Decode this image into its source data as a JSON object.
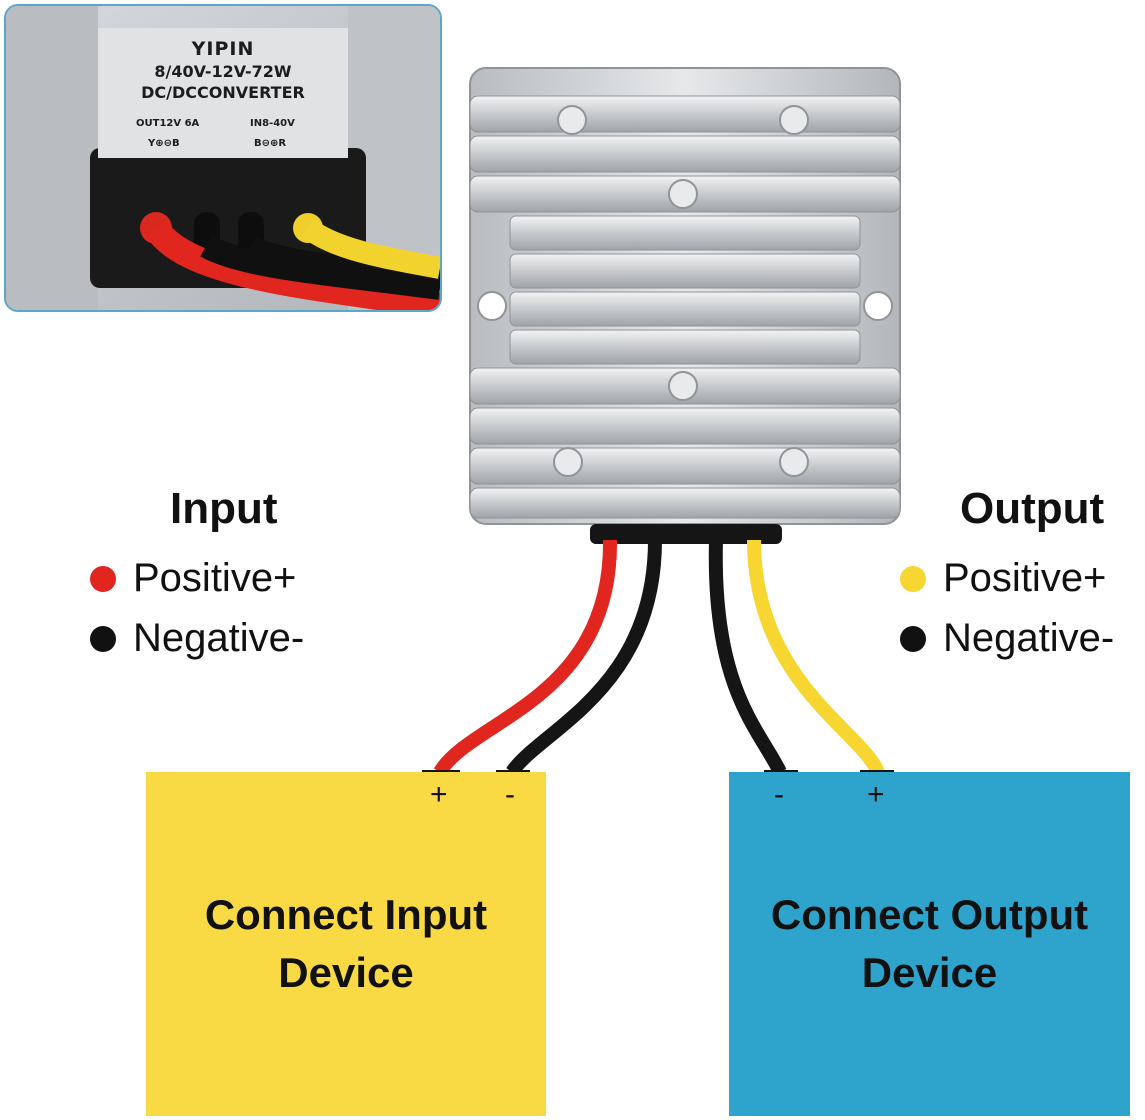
{
  "inset": {
    "brand": "YIPIN",
    "rating": "8/40V-12V-72W",
    "type": "DC/DCCONVERTER",
    "out_label": "OUT12V 6A",
    "in_label": "IN8-40V",
    "out_symbols": "Y⊕⊖B",
    "in_symbols": "B⊖⊕R"
  },
  "input_legend": {
    "title": "Input",
    "items": [
      {
        "label": "Positive+",
        "color": "#e0261f"
      },
      {
        "label": "Negative-",
        "color": "#111111"
      }
    ]
  },
  "output_legend": {
    "title": "Output",
    "items": [
      {
        "label": "Positive+",
        "color": "#f7d631"
      },
      {
        "label": "Negative-",
        "color": "#111111"
      }
    ]
  },
  "input_device": {
    "text_line1": "Connect Input",
    "text_line2": "Device",
    "plus": "+",
    "minus": "-",
    "color": "#f9da45"
  },
  "output_device": {
    "text_line1": "Connect Output",
    "text_line2": "Device",
    "plus": "+",
    "minus": "-",
    "color": "#2ea4cd"
  },
  "wire_colors": {
    "red": "#e0261f",
    "black": "#151515",
    "yellow": "#f7d631"
  }
}
